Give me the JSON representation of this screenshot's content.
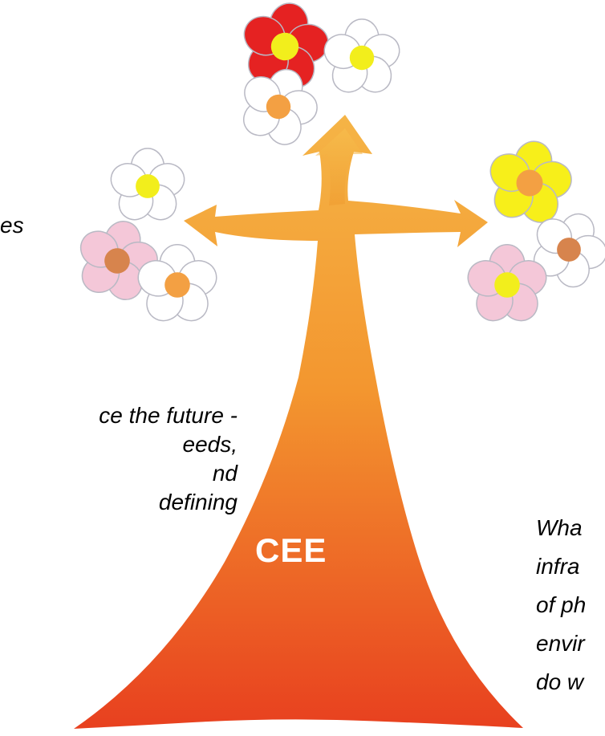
{
  "trunk_label": "CEE",
  "text_top_left": "es",
  "text_mid_left": "ce the future -\needs,\nnd\ndefining",
  "text_right": "Wha\ninfra\nof ph\nenvir\ndo w",
  "colors": {
    "trunk_top": "#f4a23a",
    "trunk_bottom": "#e8421f",
    "petal_red": "#e52222",
    "petal_white": "#ffffff",
    "petal_pink": "#f4c7d8",
    "petal_yellow": "#f7ef1a",
    "center_yellow": "#f2ee1c",
    "center_orange": "#f3a043",
    "center_brown": "#d7844d"
  },
  "flowers": [
    {
      "name": "flower-top-red",
      "petal": "petal_red",
      "center": "center_yellow"
    },
    {
      "name": "flower-top-white-right",
      "petal": "petal_white",
      "center": "center_yellow"
    },
    {
      "name": "flower-top-white-center",
      "petal": "petal_white",
      "center": "center_orange"
    },
    {
      "name": "flower-left-white-top",
      "petal": "petal_white",
      "center": "center_yellow"
    },
    {
      "name": "flower-left-pink",
      "petal": "petal_pink",
      "center": "center_brown"
    },
    {
      "name": "flower-left-white-bottom",
      "petal": "petal_white",
      "center": "center_orange"
    },
    {
      "name": "flower-right-yellow",
      "petal": "petal_yellow",
      "center": "center_orange"
    },
    {
      "name": "flower-right-white",
      "petal": "petal_white",
      "center": "center_brown"
    },
    {
      "name": "flower-right-pink",
      "petal": "petal_pink",
      "center": "center_yellow"
    }
  ]
}
